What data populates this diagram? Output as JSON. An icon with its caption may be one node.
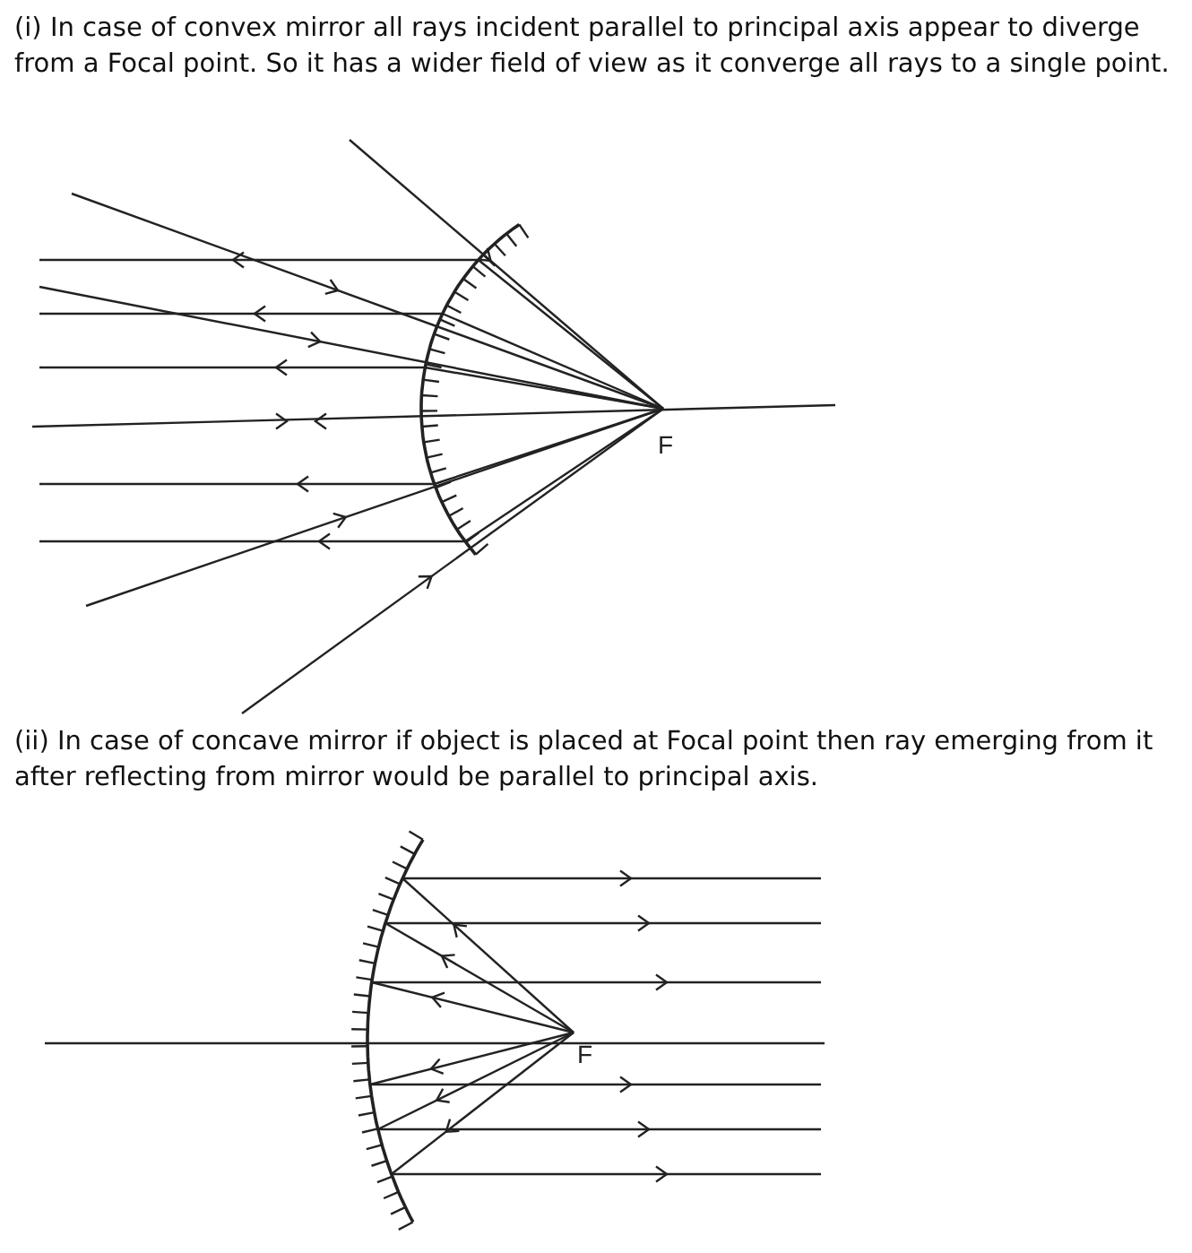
{
  "diagram": {
    "labels": [
      "(i) In case of convex mirror all rays incident parallel to principal axis appear to diverge from a Focal point. So it has a wider field of view as it converge all rays to a single point.",
      "F",
      "(ii) In case of concave mirror if object is placed at Focal point then ray emerging from it after reflecting from mirror would be parallel to principal axis.",
      "F"
    ]
  }
}
